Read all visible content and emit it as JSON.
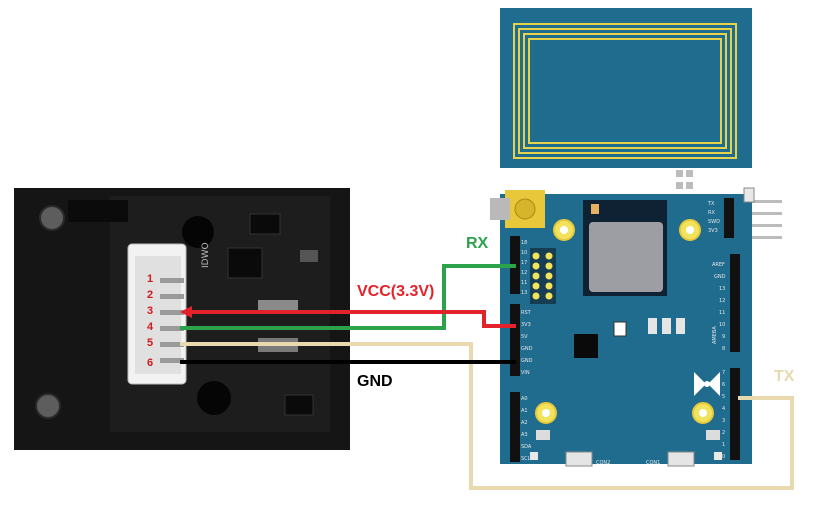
{
  "labels": {
    "rx": "RX",
    "tx": "TX",
    "vcc": "VCC(3.3V)",
    "gnd": "GND"
  },
  "sensor": {
    "pins": [
      "1",
      "2",
      "3",
      "4",
      "5",
      "6"
    ],
    "silkscreen": "IDWO"
  },
  "board": {
    "left_header_top": [
      "18",
      "10",
      "17",
      "12",
      "11",
      "13"
    ],
    "left_header_power": [
      "RST",
      "3V3",
      "5V",
      "GND",
      "GND",
      "VIN"
    ],
    "left_header_analog": [
      "A0",
      "A1",
      "A2",
      "A3",
      "SDA",
      "SCL"
    ],
    "right_header_top": [
      "AREF",
      "GND",
      "13",
      "12",
      "11",
      "10",
      "9",
      "8"
    ],
    "right_header_bottom": [
      "7",
      "6",
      "5",
      "4",
      "3",
      "2",
      "1",
      "0"
    ],
    "connectors": [
      "CON2",
      "CON1"
    ],
    "brand": "AMEBA",
    "small_header": [
      "TX",
      "RX",
      "SWD",
      "3V3"
    ]
  },
  "colors": {
    "rx_wire": "#2ca24a",
    "tx_wire": "#e8d9ae",
    "vcc_wire": "#e3232b",
    "gnd_wire": "#000000",
    "rx_label": "#2ca24a",
    "tx_label": "#e8d9ae",
    "vcc_label": "#e3232b",
    "gnd_label": "#000000",
    "board": "#1f6c8f",
    "pin_number": "#d11a1a"
  }
}
